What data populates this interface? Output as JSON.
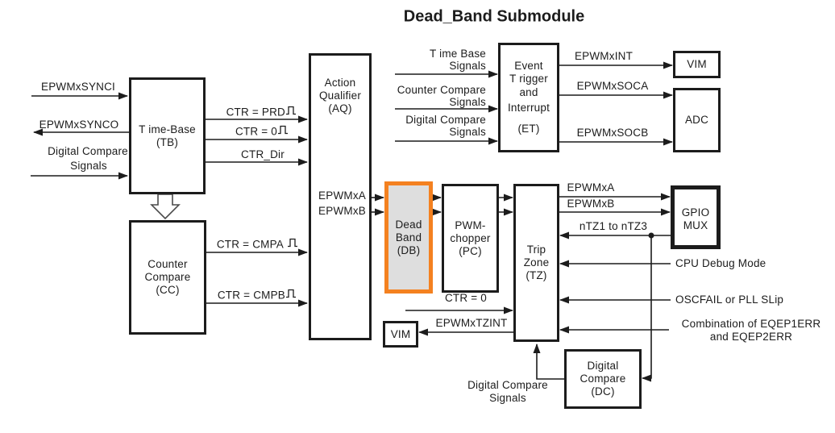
{
  "title": "Dead_Band Submodule",
  "colors": {
    "accent_orange": "#F48120",
    "db_fill": "#DEDEDE",
    "line": "#1C1C1C"
  },
  "blocks": {
    "time_base": {
      "line1": "T ime-Base",
      "abbr": "(TB)"
    },
    "counter_compare": {
      "line1": "Counter",
      "line2": "Compare",
      "abbr": "(CC)"
    },
    "action_qualifier": {
      "line1": "Action",
      "line2": "Qualifier",
      "abbr": "(AQ)",
      "out_a": "EPWMxA",
      "out_b": "EPWMxB"
    },
    "dead_band": {
      "line1": "Dead",
      "line2": "Band",
      "abbr": "(DB)"
    },
    "pwm_chopper": {
      "line1": "PWM-",
      "line2": "chopper",
      "abbr": "(PC)"
    },
    "trip_zone": {
      "line1": "Trip",
      "line2": "Zone",
      "abbr": "(TZ)"
    },
    "event_trigger": {
      "line1": "Event",
      "line2": "T rigger",
      "line3": "and",
      "line4": "Interrupt",
      "abbr": "(ET)"
    },
    "digital_compare": {
      "line1": "Digital",
      "line2": "Compare",
      "abbr": "(DC)"
    },
    "vim_top": {
      "label": "VIM"
    },
    "adc": {
      "label": "ADC"
    },
    "gpio_mux": {
      "line1": "GPIO",
      "line2": "MUX"
    },
    "vim_bottom": {
      "label": "VIM"
    }
  },
  "signals": {
    "epwmxsynci": "EPWMxSYNCI",
    "epwmxsynco": "EPWMxSYNCO",
    "dc_in_l1": "Digital Compare",
    "dc_in_l2": "Signals",
    "ctr_prd": "CTR = PRD",
    "ctr_zero": "CTR = 0",
    "ctr_dir": "CTR_Dir",
    "ctr_cmpa": "CTR = CMPA",
    "ctr_cmpb": "CTR = CMPB",
    "et_in1_l1": "T ime Base",
    "et_in1_l2": "Signals",
    "et_in2_l1": "Counter Compare",
    "et_in2_l2": "Signals",
    "et_in3_l1": "Digital Compare",
    "et_in3_l2": "Signals",
    "epwmxint": "EPWMxINT",
    "epwmxsoca": "EPWMxSOCA",
    "epwmxsocb": "EPWMxSOCB",
    "epwmxa": "EPWMxA",
    "epwmxb": "EPWMxB",
    "ntz": "nTZ1 to nTZ3",
    "cpu_debug": "CPU Debug Mode",
    "oscfail": "OSCFAIL or PLL SLip",
    "eqep_l1": "Combination of EQEP1ERR",
    "eqep_l2": "and EQEP2ERR",
    "ctr_zero_bottom": "CTR = 0",
    "epwmxtzint": "EPWMxTZINT",
    "dc_sig_bottom_l1": "Digital Compare",
    "dc_sig_bottom_l2": "Signals"
  }
}
